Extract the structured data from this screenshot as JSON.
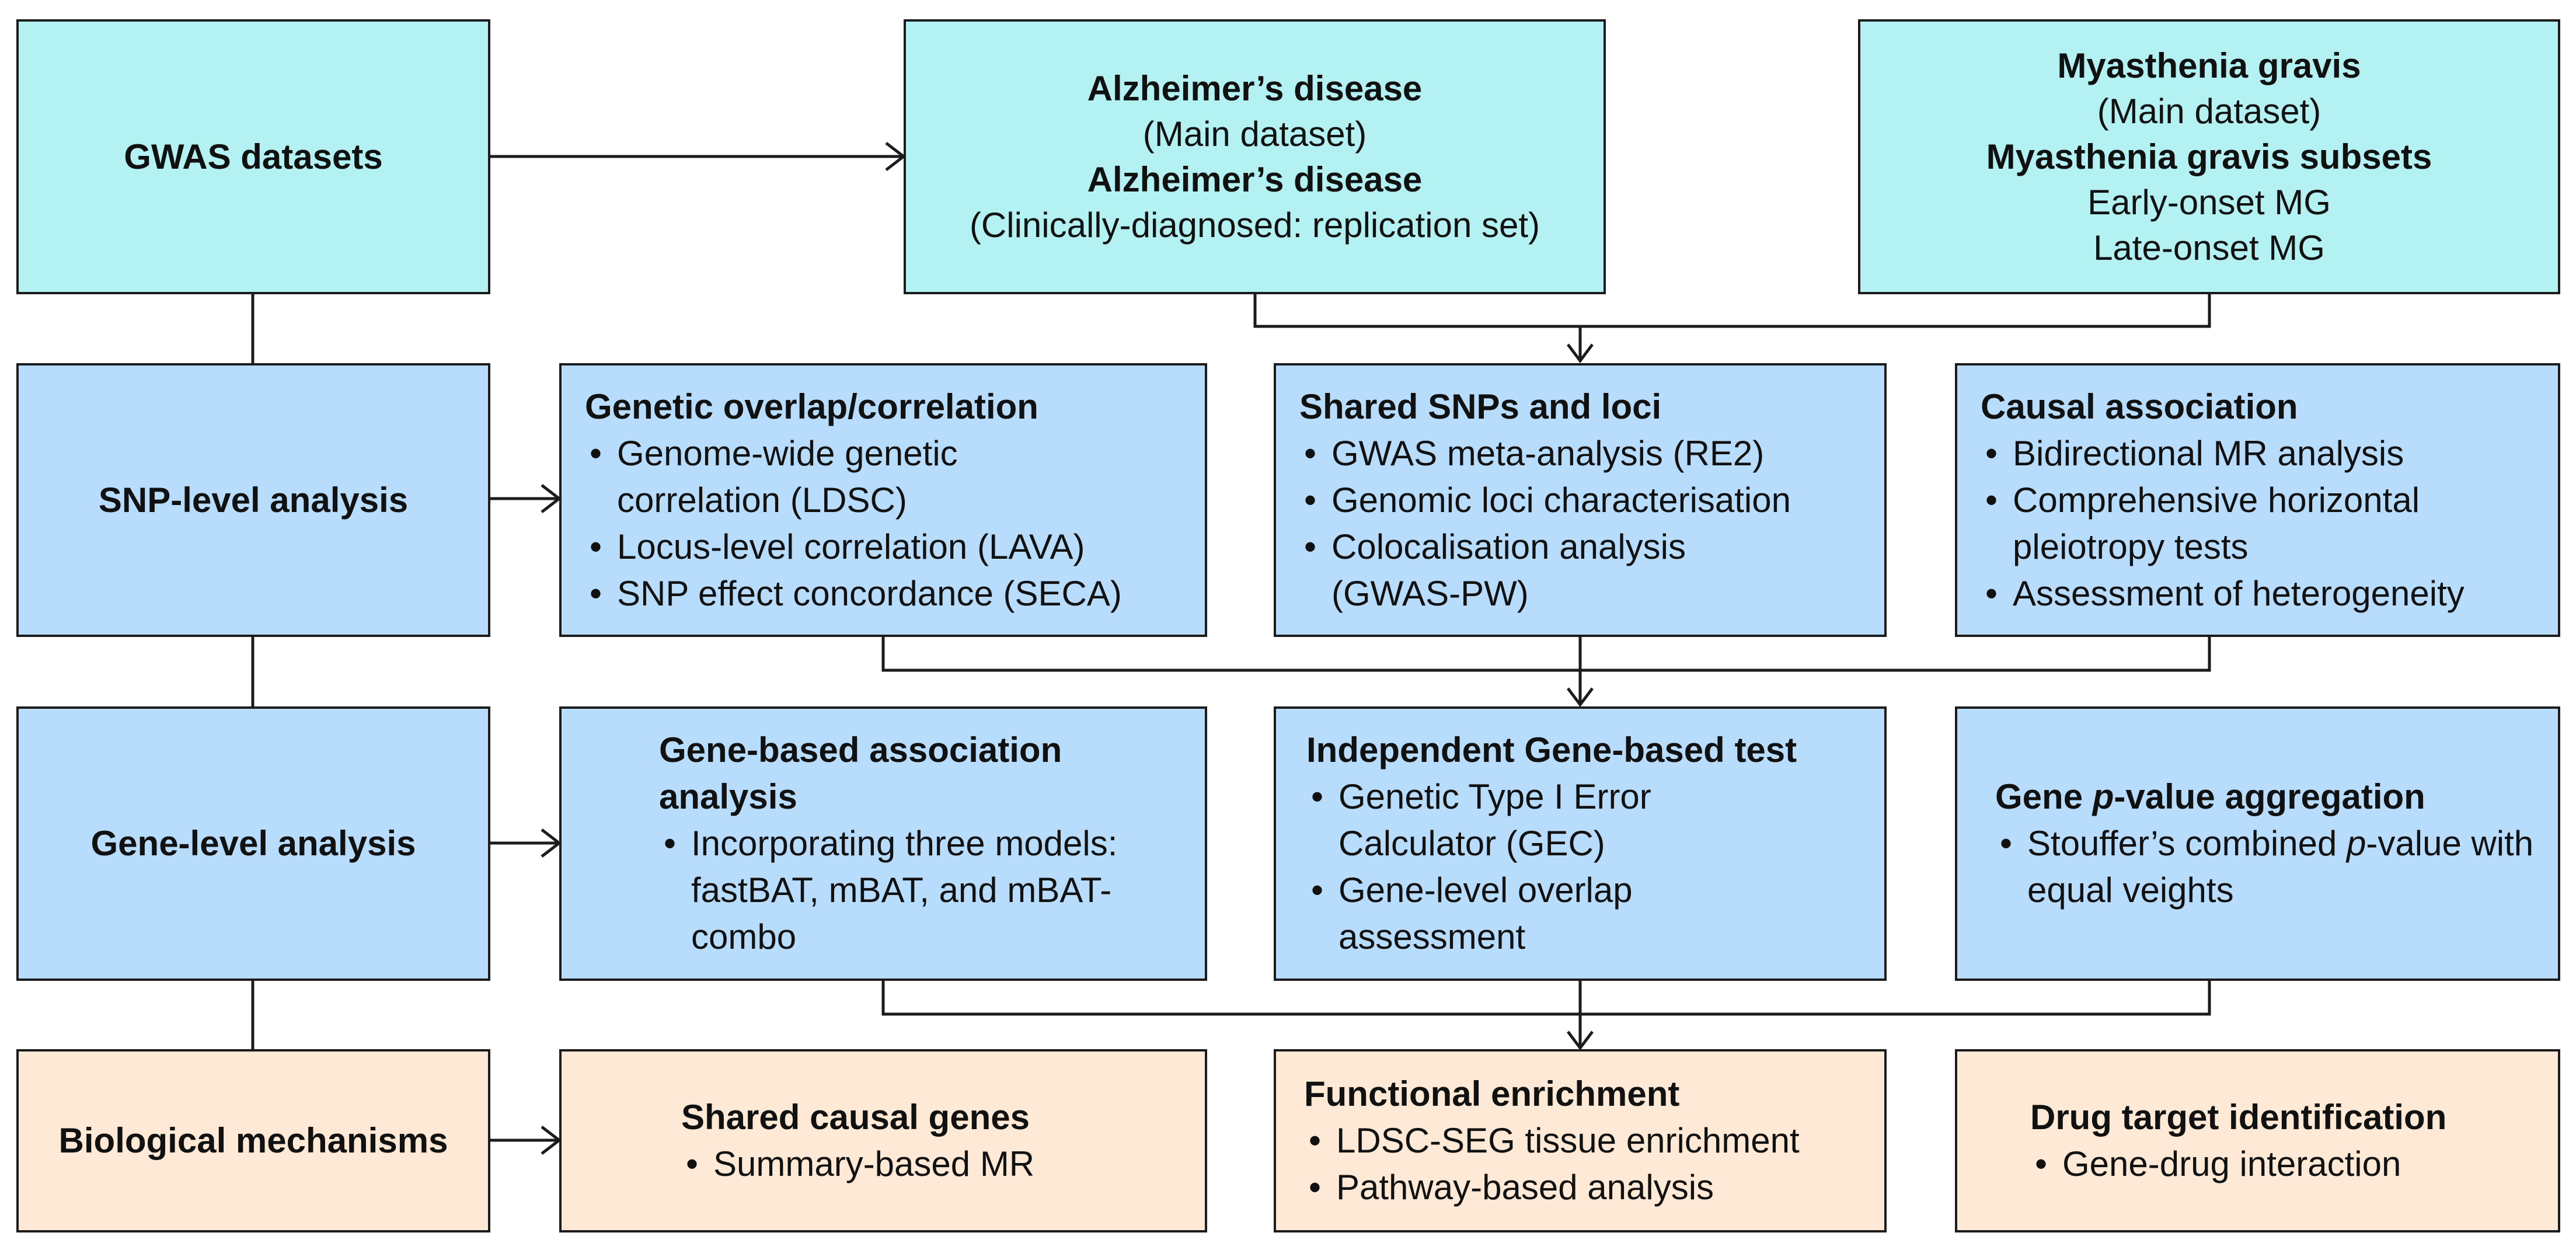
{
  "colors": {
    "cyan": "#b3f1f2",
    "blue": "#b8dcfb",
    "peach": "#fde9d6",
    "line": "#1c1c1c"
  },
  "row1": {
    "label": "GWAS datasets",
    "ad": {
      "title": "Alzheimer’s disease",
      "sub": "(Main dataset)",
      "title2": "Alzheimer’s disease",
      "sub2": "(Clinically-diagnosed: replication set)"
    },
    "mg": {
      "title": "Myasthenia gravis",
      "sub": "(Main dataset)",
      "title2": "Myasthenia gravis subsets",
      "line1": "Early-onset MG",
      "line2": "Late-onset MG"
    }
  },
  "row2": {
    "label": "SNP-level analysis",
    "overlap": {
      "title": "Genetic overlap/correlation",
      "items": [
        "Genome-wide genetic correlation (LDSC)",
        "Locus-level correlation (LAVA)",
        "SNP effect concordance (SECA)"
      ]
    },
    "shared": {
      "title": "Shared SNPs and loci",
      "items": [
        "GWAS meta-analysis (RE2)",
        "Genomic loci characterisation",
        "Colocalisation analysis (GWAS-PW)"
      ]
    },
    "causal": {
      "title": "Causal association",
      "items": [
        "Bidirectional MR analysis",
        "Comprehensive horizontal pleiotropy tests",
        "Assessment of heterogeneity"
      ]
    }
  },
  "row3": {
    "label": "Gene-level analysis",
    "gene_based": {
      "title": "Gene-based association analysis",
      "items": [
        "Incorporating three models: fastBAT, mBAT, and mBAT-combo"
      ]
    },
    "independent": {
      "title": "Independent Gene-based test",
      "items": [
        "Genetic Type I Error Calculator (GEC)",
        "Gene-level overlap assessment"
      ]
    },
    "aggregation": {
      "title_pre": "Gene ",
      "title_italic": "p",
      "title_post": "-value aggregation",
      "item_pre": "Stouffer’s combined ",
      "item_italic": "p",
      "item_post": "-value with equal veights"
    }
  },
  "row4": {
    "label": "Biological mechanisms",
    "causal_genes": {
      "title": "Shared causal genes",
      "items": [
        "Summary-based MR"
      ]
    },
    "enrichment": {
      "title": "Functional enrichment",
      "items": [
        "LDSC-SEG tissue enrichment",
        "Pathway-based analysis"
      ]
    },
    "drug": {
      "title": "Drug target identification",
      "items": [
        "Gene-drug interaction"
      ]
    }
  }
}
